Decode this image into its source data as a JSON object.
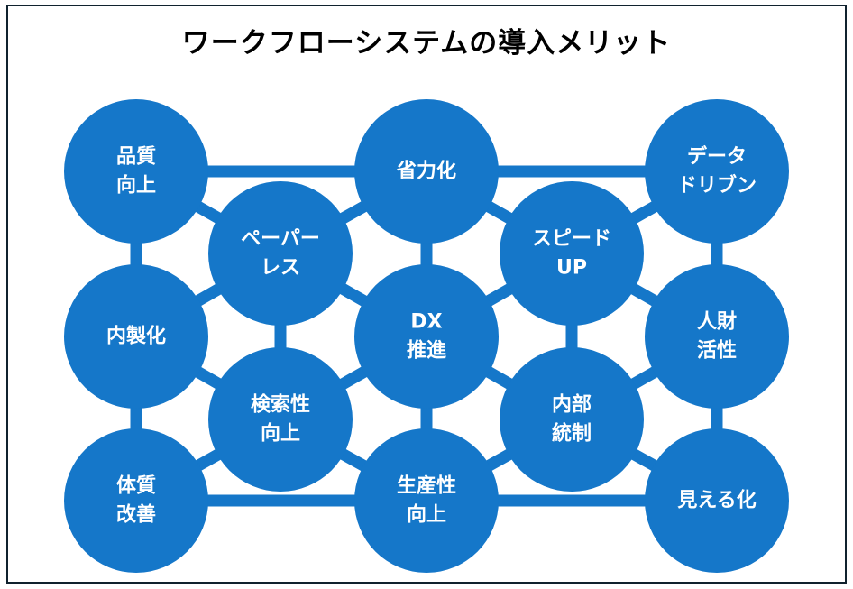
{
  "title": "ワークフローシステムの導入メリット",
  "colors": {
    "node_fill": "#1577c9",
    "connector": "#1577c9",
    "frame_border": "#10222e",
    "label_text": "#ffffff",
    "title_text": "#000000"
  },
  "nodes": [
    {
      "id": "quality",
      "lines": [
        "品質",
        "向上"
      ],
      "group": "outer",
      "row": 0,
      "col": 0
    },
    {
      "id": "labor-saving",
      "lines": [
        "省力化"
      ],
      "group": "outer",
      "row": 0,
      "col": 1
    },
    {
      "id": "data-driven",
      "lines": [
        "データ",
        "ドリブン"
      ],
      "group": "outer",
      "row": 0,
      "col": 2
    },
    {
      "id": "insourcing",
      "lines": [
        "内製化"
      ],
      "group": "outer",
      "row": 1,
      "col": 0
    },
    {
      "id": "dx",
      "lines": [
        "DX",
        "推進"
      ],
      "group": "outer",
      "row": 1,
      "col": 1
    },
    {
      "id": "talent",
      "lines": [
        "人財",
        "活性"
      ],
      "group": "outer",
      "row": 1,
      "col": 2
    },
    {
      "id": "constitution",
      "lines": [
        "体質",
        "改善"
      ],
      "group": "outer",
      "row": 2,
      "col": 0
    },
    {
      "id": "productivity",
      "lines": [
        "生産性",
        "向上"
      ],
      "group": "outer",
      "row": 2,
      "col": 1
    },
    {
      "id": "visualization",
      "lines": [
        "見える化"
      ],
      "group": "outer",
      "row": 2,
      "col": 2
    },
    {
      "id": "paperless",
      "lines": [
        "ペーパー",
        "レス"
      ],
      "group": "inner",
      "row": 0,
      "col": 0
    },
    {
      "id": "speed-up",
      "lines": [
        "スピード",
        "UP"
      ],
      "group": "inner",
      "row": 0,
      "col": 1
    },
    {
      "id": "searchability",
      "lines": [
        "検索性",
        "向上"
      ],
      "group": "inner",
      "row": 1,
      "col": 0
    },
    {
      "id": "internal-control",
      "lines": [
        "内部",
        "統制"
      ],
      "group": "inner",
      "row": 1,
      "col": 1
    }
  ],
  "edges": [
    [
      "quality",
      "labor-saving"
    ],
    [
      "labor-saving",
      "data-driven"
    ],
    [
      "constitution",
      "productivity"
    ],
    [
      "productivity",
      "visualization"
    ],
    [
      "quality",
      "insourcing"
    ],
    [
      "insourcing",
      "constitution"
    ],
    [
      "labor-saving",
      "dx"
    ],
    [
      "dx",
      "productivity"
    ],
    [
      "data-driven",
      "talent"
    ],
    [
      "talent",
      "visualization"
    ],
    [
      "paperless",
      "searchability"
    ],
    [
      "speed-up",
      "internal-control"
    ],
    [
      "paperless",
      "quality"
    ],
    [
      "paperless",
      "labor-saving"
    ],
    [
      "paperless",
      "insourcing"
    ],
    [
      "paperless",
      "dx"
    ],
    [
      "speed-up",
      "labor-saving"
    ],
    [
      "speed-up",
      "data-driven"
    ],
    [
      "speed-up",
      "dx"
    ],
    [
      "speed-up",
      "talent"
    ],
    [
      "searchability",
      "insourcing"
    ],
    [
      "searchability",
      "dx"
    ],
    [
      "searchability",
      "constitution"
    ],
    [
      "searchability",
      "productivity"
    ],
    [
      "internal-control",
      "dx"
    ],
    [
      "internal-control",
      "talent"
    ],
    [
      "internal-control",
      "productivity"
    ],
    [
      "internal-control",
      "visualization"
    ]
  ]
}
